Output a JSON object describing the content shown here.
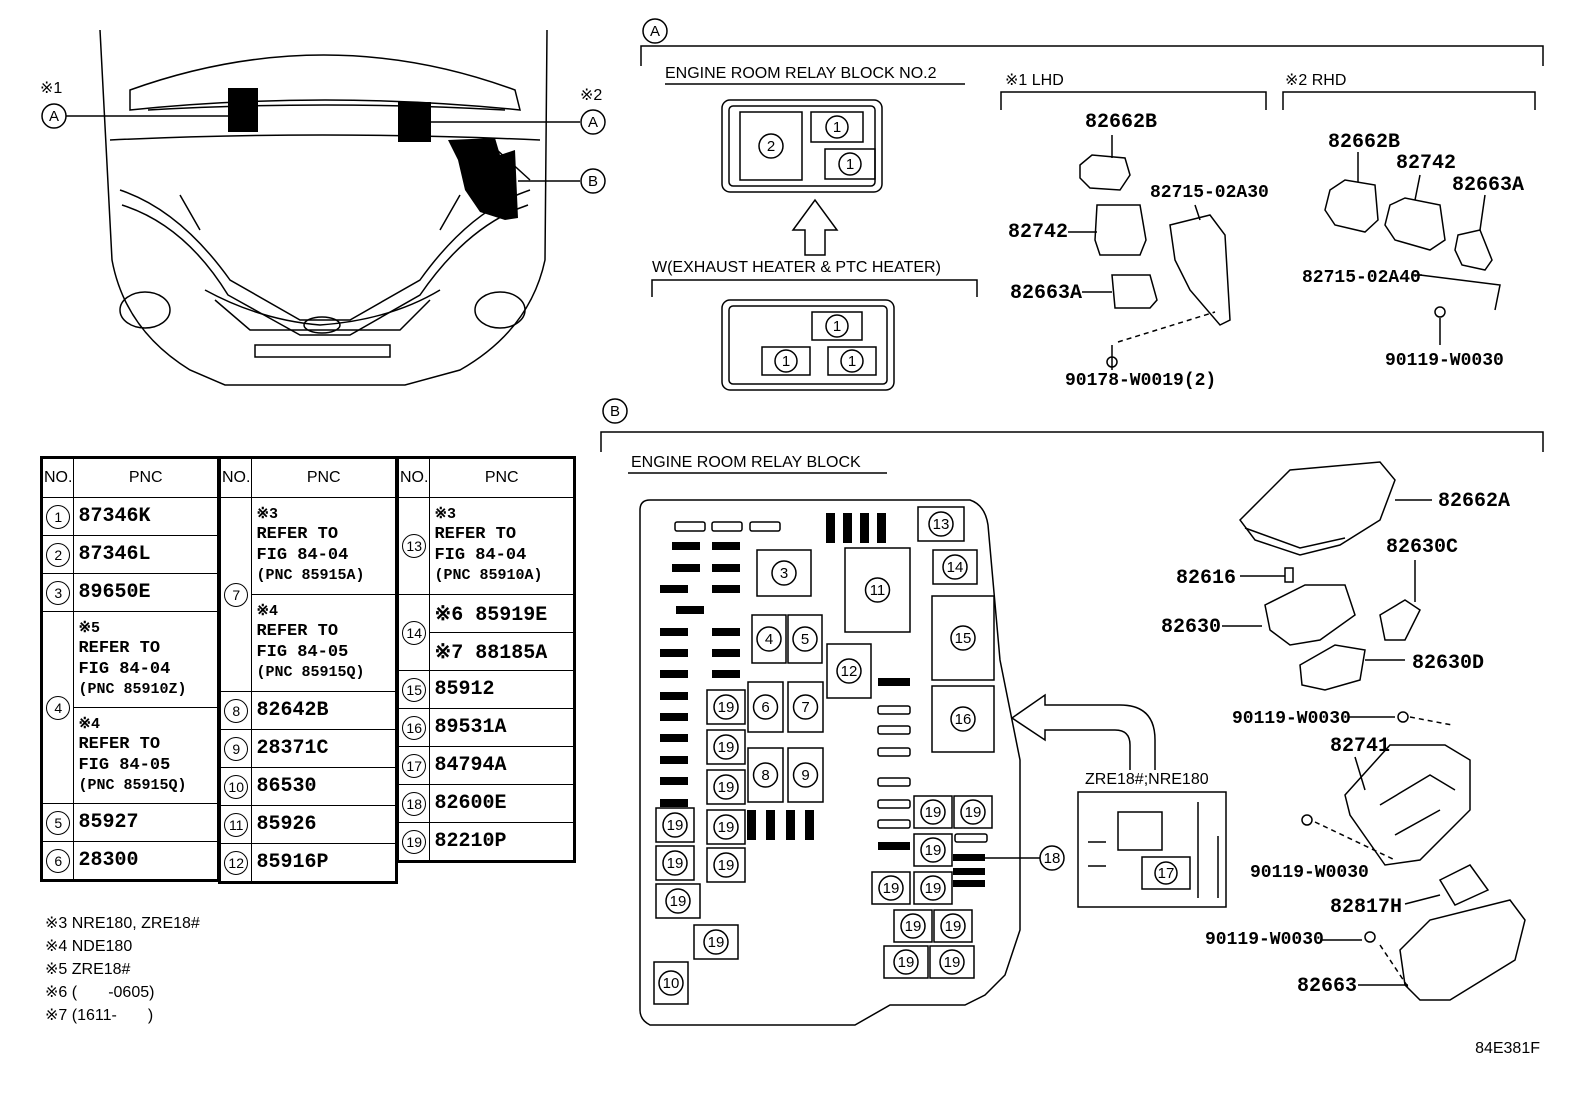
{
  "callouts": {
    "a": "A",
    "b": "B",
    "note1": "※1",
    "note2": "※2"
  },
  "section_a": {
    "relay_block_title": "ENGINE ROOM RELAY BLOCK NO.2",
    "w_title": "W(EXHAUST HEATER & PTC HEATER)",
    "lhd_title": "※1 LHD",
    "rhd_title": "※2 RHD",
    "lhd_parts": {
      "p1": "82662B",
      "p2": "82715-02A30",
      "p3": "82742",
      "p4": "82663A",
      "p5": "90178-W0019(2)"
    },
    "rhd_parts": {
      "p1": "82662B",
      "p2": "82742",
      "p3": "82663A",
      "p4": "82715-02A40",
      "p5": "90119-W0030"
    }
  },
  "section_b": {
    "relay_block_title": "ENGINE ROOM RELAY BLOCK",
    "variant": "ZRE18#;NRE180",
    "parts": {
      "p1": "82662A",
      "p2": "82630C",
      "p3": "82616",
      "p4": "82630",
      "p5": "82630D",
      "p6": "90119-W0030",
      "p7": "82741",
      "p8": "90119-W0030",
      "p9": "82817H",
      "p10": "90119-W0030",
      "p11": "82663"
    }
  },
  "table": {
    "header_no": "NO.",
    "header_pnc": "PNC",
    "rows": {
      "r1": {
        "no": "1",
        "pnc": "87346K"
      },
      "r2": {
        "no": "2",
        "pnc": "87346L"
      },
      "r3": {
        "no": "3",
        "pnc": "89650E"
      },
      "r4": {
        "no": "4",
        "a_note": "※5",
        "a_ref1": "REFER TO",
        "a_ref2": "FIG 84-04",
        "a_pnc": "(PNC 85910Z)",
        "b_note": "※4",
        "b_ref1": "REFER TO",
        "b_ref2": "FIG 84-05",
        "b_pnc": "(PNC 85915Q)"
      },
      "r5": {
        "no": "5",
        "pnc": "85927"
      },
      "r6": {
        "no": "6",
        "pnc": "28300"
      },
      "r7": {
        "no": "7",
        "a_note": "※3",
        "a_ref1": "REFER TO",
        "a_ref2": "FIG 84-04",
        "a_pnc": "(PNC 85915A)",
        "b_note": "※4",
        "b_ref1": "REFER TO",
        "b_ref2": "FIG 84-05",
        "b_pnc": "(PNC 85915Q)"
      },
      "r8": {
        "no": "8",
        "pnc": "82642B"
      },
      "r9": {
        "no": "9",
        "pnc": "28371C"
      },
      "r10": {
        "no": "10",
        "pnc": "86530"
      },
      "r11": {
        "no": "11",
        "pnc": "85926"
      },
      "r12": {
        "no": "12",
        "pnc": "85916P"
      },
      "r13": {
        "no": "13",
        "a_note": "※3",
        "a_ref1": "REFER TO",
        "a_ref2": "FIG 84-04",
        "a_pnc": "(PNC 85910A)"
      },
      "r14": {
        "no": "14",
        "a_pnc": "※6 85919E",
        "b_pnc": "※7 88185A"
      },
      "r15": {
        "no": "15",
        "pnc": "85912"
      },
      "r16": {
        "no": "16",
        "pnc": "89531A"
      },
      "r17": {
        "no": "17",
        "pnc": "84794A"
      },
      "r18": {
        "no": "18",
        "pnc": "82600E"
      },
      "r19": {
        "no": "19",
        "pnc": "82210P"
      }
    }
  },
  "footnotes": {
    "f3": "※3 NRE180, ZRE18#",
    "f4": "※4 NDE180",
    "f5": "※5 ZRE18#",
    "f6": "※6 (       -0605)",
    "f7": "※7 (1611-       )"
  },
  "figure_code": "84E381F",
  "relay_numbers": {
    "n1": "1",
    "n2": "2",
    "n3": "3",
    "n4": "4",
    "n5": "5",
    "n6": "6",
    "n7": "7",
    "n8": "8",
    "n9": "9",
    "n10": "10",
    "n11": "11",
    "n12": "12",
    "n13": "13",
    "n14": "14",
    "n15": "15",
    "n16": "16",
    "n17": "17",
    "n18": "18",
    "n19": "19"
  }
}
